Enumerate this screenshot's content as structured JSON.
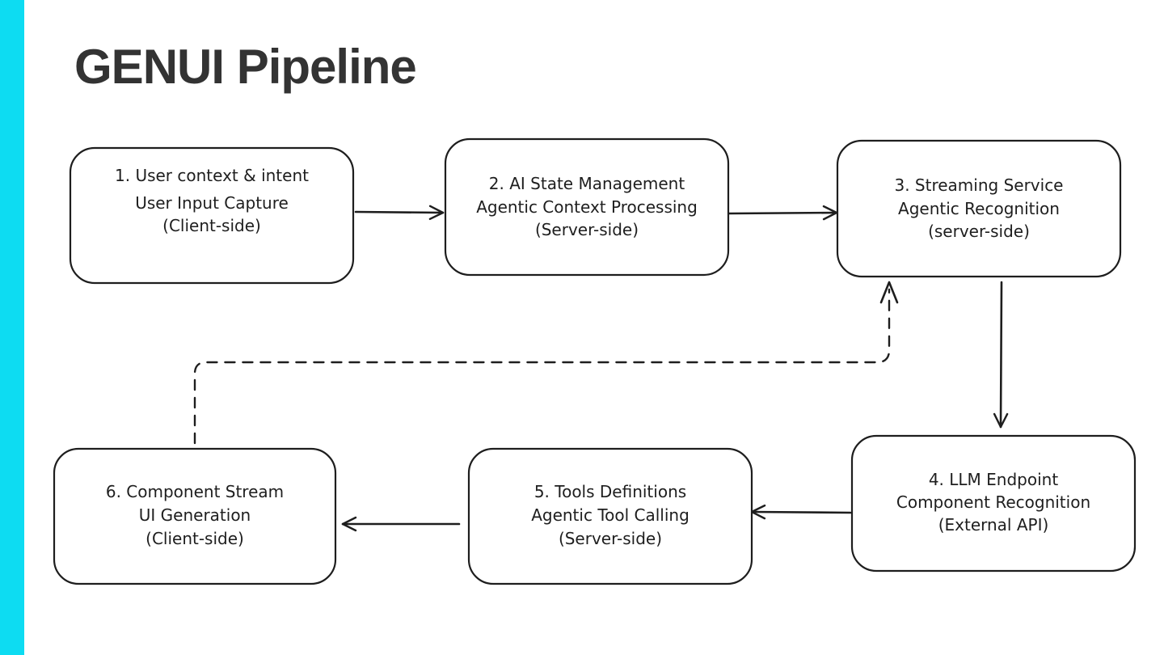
{
  "slide": {
    "title": "GENUI Pipeline",
    "accent_color": "#0ddcf2",
    "title_color": "#333333"
  },
  "nodes": [
    {
      "id": "node-1",
      "lines": [
        "1. User context & intent",
        "User Input Capture",
        "(Client-side)"
      ]
    },
    {
      "id": "node-2",
      "lines": [
        "2. AI State Management",
        "Agentic Context Processing",
        "(Server-side)"
      ]
    },
    {
      "id": "node-3",
      "lines": [
        "3. Streaming Service",
        "Agentic Recognition",
        "(server-side)"
      ]
    },
    {
      "id": "node-4",
      "lines": [
        "4. LLM Endpoint",
        "Component Recognition",
        "(External API)"
      ]
    },
    {
      "id": "node-5",
      "lines": [
        "5. Tools Definitions",
        "Agentic Tool Calling",
        "(Server-side)"
      ]
    },
    {
      "id": "node-6",
      "lines": [
        "6. Component Stream",
        "UI Generation",
        "(Client-side)"
      ]
    }
  ],
  "edges": [
    {
      "from": "node-1",
      "to": "node-2",
      "style": "solid"
    },
    {
      "from": "node-2",
      "to": "node-3",
      "style": "solid"
    },
    {
      "from": "node-3",
      "to": "node-4",
      "style": "solid"
    },
    {
      "from": "node-4",
      "to": "node-5",
      "style": "solid"
    },
    {
      "from": "node-5",
      "to": "node-6",
      "style": "solid"
    },
    {
      "from": "node-6",
      "to": "node-3",
      "style": "dashed"
    }
  ]
}
